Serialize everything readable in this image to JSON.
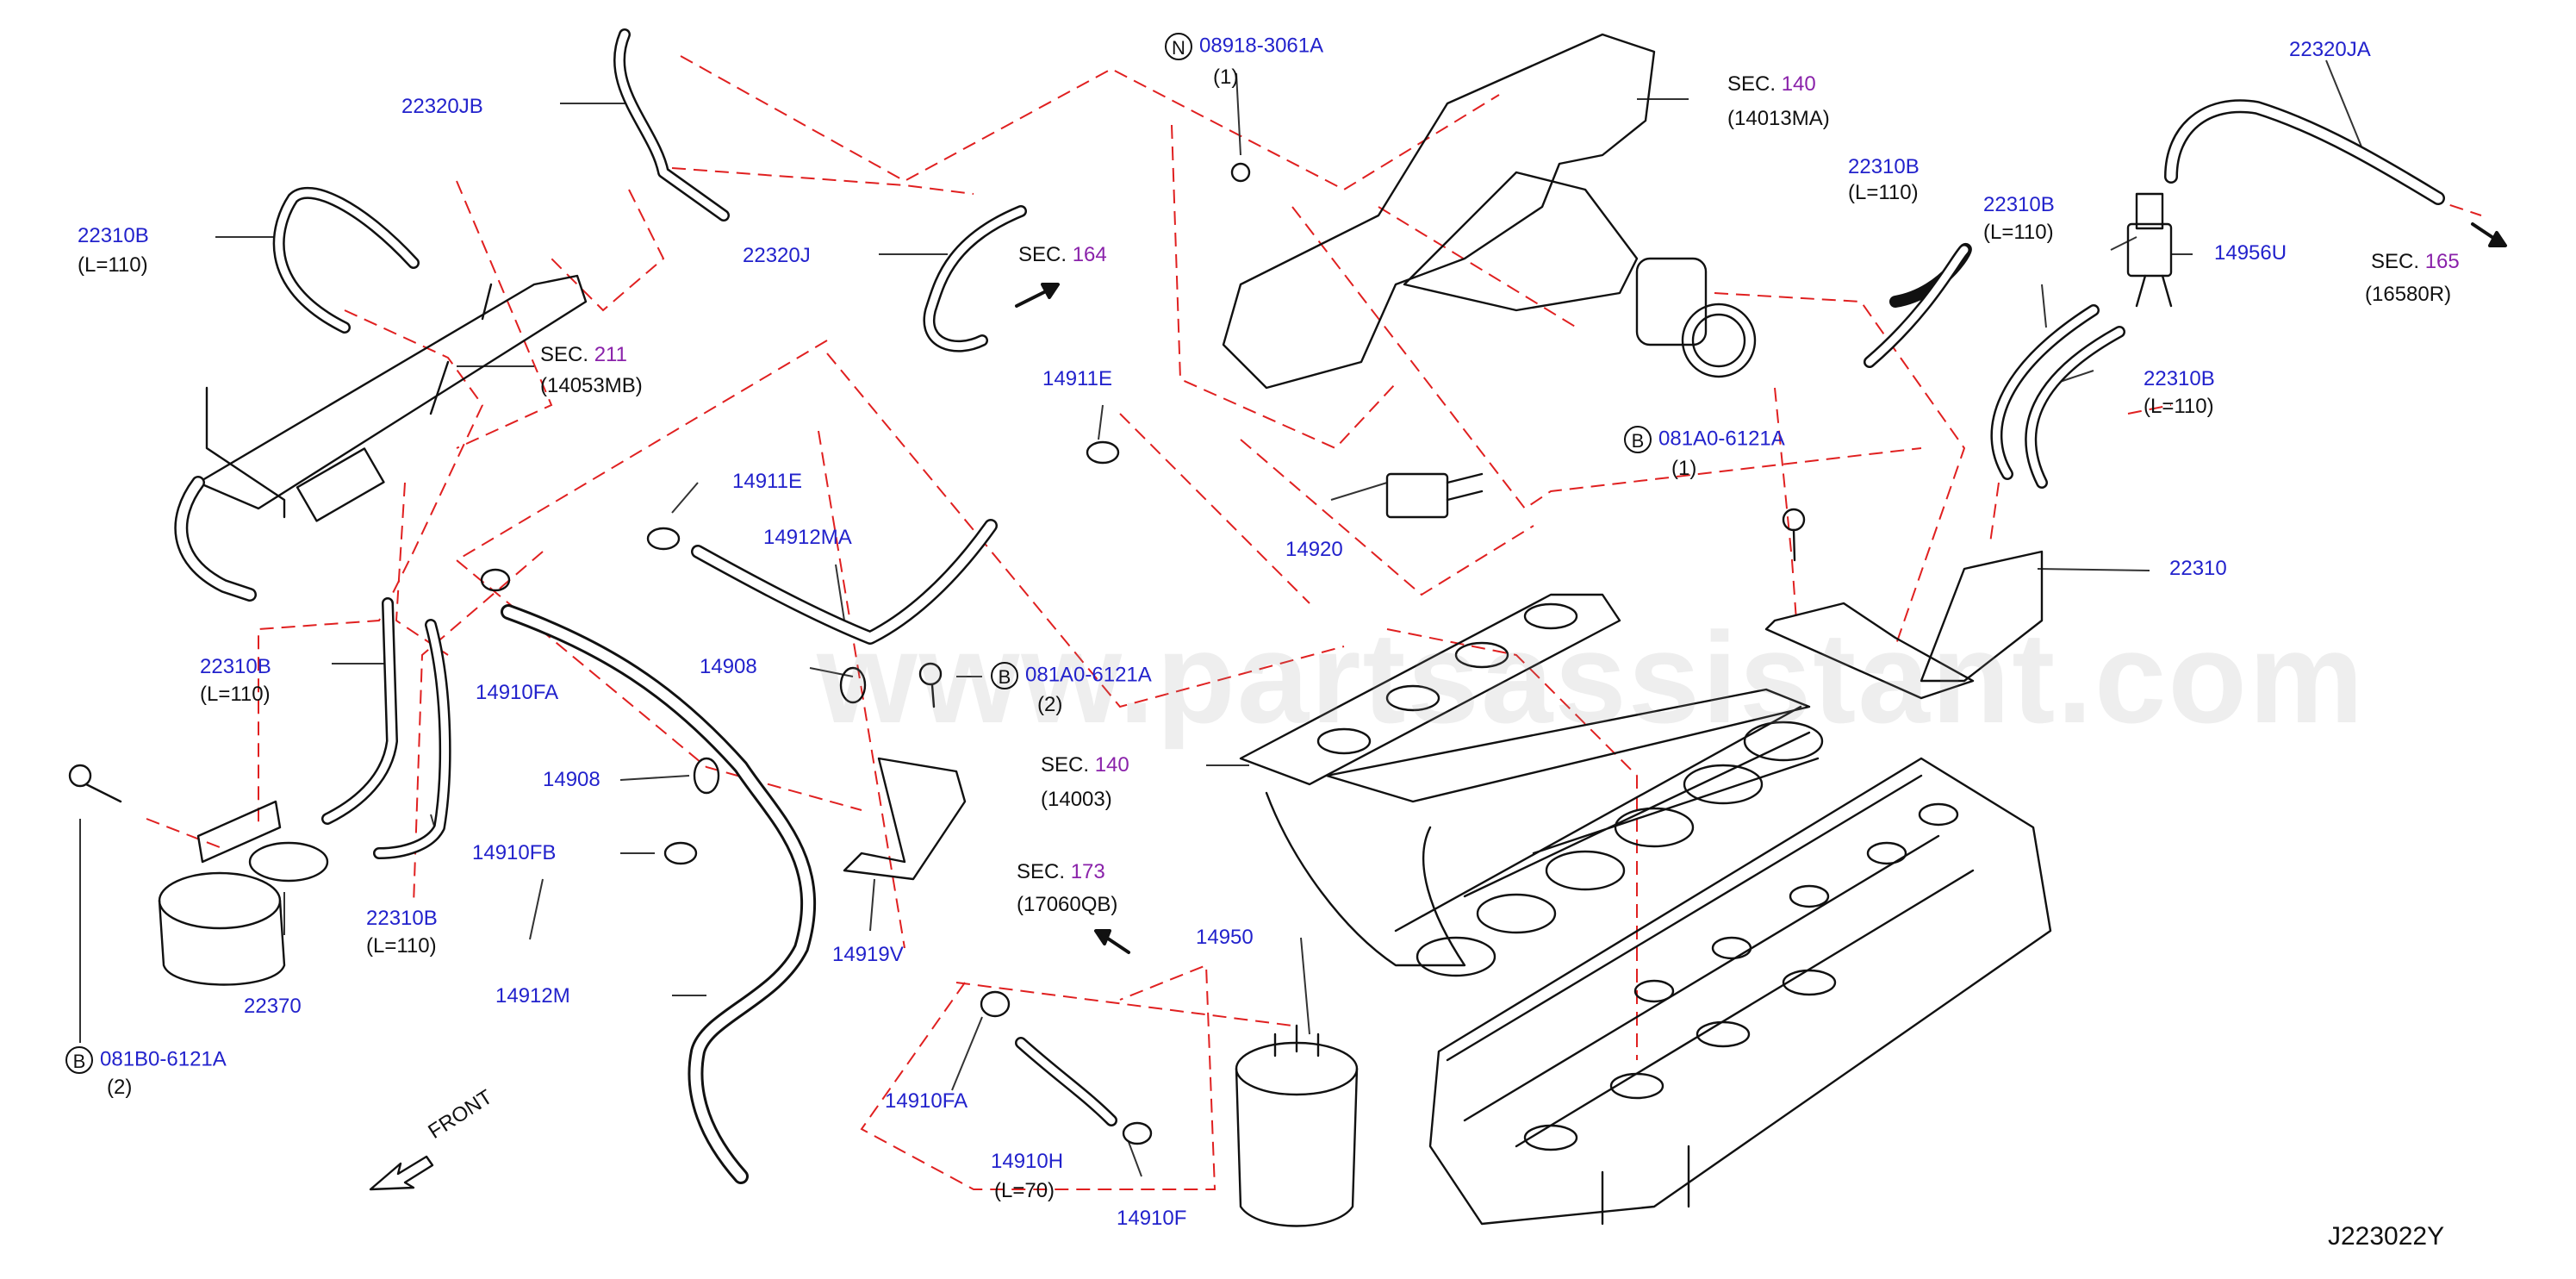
{
  "watermark": "www.partsassistant.com",
  "diagram_code": "J223022Y",
  "front_label": "FRONT",
  "callouts": {
    "p22320JB": "22320JB",
    "p22310B_a": "22310B",
    "p22310B_a_len": "(L=110)",
    "p22320J": "22320J",
    "p22310B_b": "22310B",
    "p22310B_b_len": "(L=110)",
    "p22310B_c": "22310B",
    "p22310B_c_len": "(L=110)",
    "p22370": "22370",
    "p081B0": "081B0-6121A",
    "p081B0_qty": "(2)",
    "p14910FA_a": "14910FA",
    "p14908_a": "14908",
    "p14910FB": "14910FB",
    "p14912M": "14912M",
    "p14919V": "14919V",
    "p14912MA": "14912MA",
    "p14911E_a": "14911E",
    "p14911E_b": "14911E",
    "p14908_b": "14908",
    "p081A0_a": "081A0-6121A",
    "p081A0_a_qty": "(2)",
    "p14920": "14920",
    "p08918": "08918-3061A",
    "p08918_qty": "(1)",
    "p14950": "14950",
    "p14910FA_b": "14910FA",
    "p14910H": "14910H",
    "p14910H_len": "(L=70)",
    "p14910F": "14910F",
    "p22310B_d": "22310B",
    "p22310B_d_len": "(L=110)",
    "p22310B_e": "22310B",
    "p22310B_e_len": "(L=110)",
    "p22310B_f": "22310B",
    "p22310B_f_len": "(L=110)",
    "p22320JA": "22320JA",
    "p14956U": "14956U",
    "p22310": "22310",
    "p081A0_b": "081A0-6121A",
    "p081A0_b_qty": "(1)"
  },
  "circle_markers": {
    "n": "N",
    "b1": "B",
    "b2": "B",
    "b3": "B"
  },
  "sections": {
    "s211": {
      "prefix": "SEC.",
      "num": "211",
      "ref": "(14053MB)"
    },
    "s164": {
      "prefix": "SEC.",
      "num": "164"
    },
    "s140a": {
      "prefix": "SEC.",
      "num": "140",
      "ref": "(14013MA)"
    },
    "s140b": {
      "prefix": "SEC.",
      "num": "140",
      "ref": "(14003)"
    },
    "s173": {
      "prefix": "SEC.",
      "num": "173",
      "ref": "(17060QB)"
    },
    "s165": {
      "prefix": "SEC.",
      "num": "165",
      "ref": "(16580R)"
    }
  },
  "colors": {
    "part_number": "#2222cc",
    "section_number": "#8a22aa",
    "dash_line": "#e02020",
    "line_art": "#111111"
  }
}
